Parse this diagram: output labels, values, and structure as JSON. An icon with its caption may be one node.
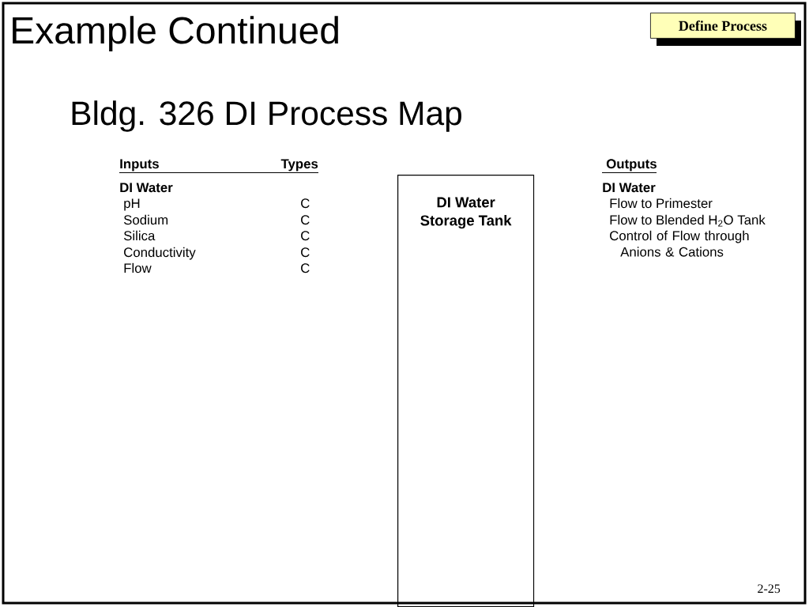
{
  "diagram": {
    "title": "Example Continued",
    "nodes": [
      {
        "text": [
          "Define Process"
        ]
      },
      {
        "text": [
          "DI Water Storage Tank"
        ]
      }
    ],
    "labels": [
      "Bldg. 326 DI Process Map",
      "Inputs",
      "Types",
      "Outputs",
      "DI Water",
      "DI Water",
      "pH",
      "C",
      "Flow to Primester",
      "Sodium",
      "C",
      "Flow to Blended H$_{2}$O Tank",
      "Silica",
      "C",
      "Control of Flow through Anions & Cations",
      "Conductivity",
      "C",
      "Flow",
      "C",
      "2-25"
    ]
  }
}
